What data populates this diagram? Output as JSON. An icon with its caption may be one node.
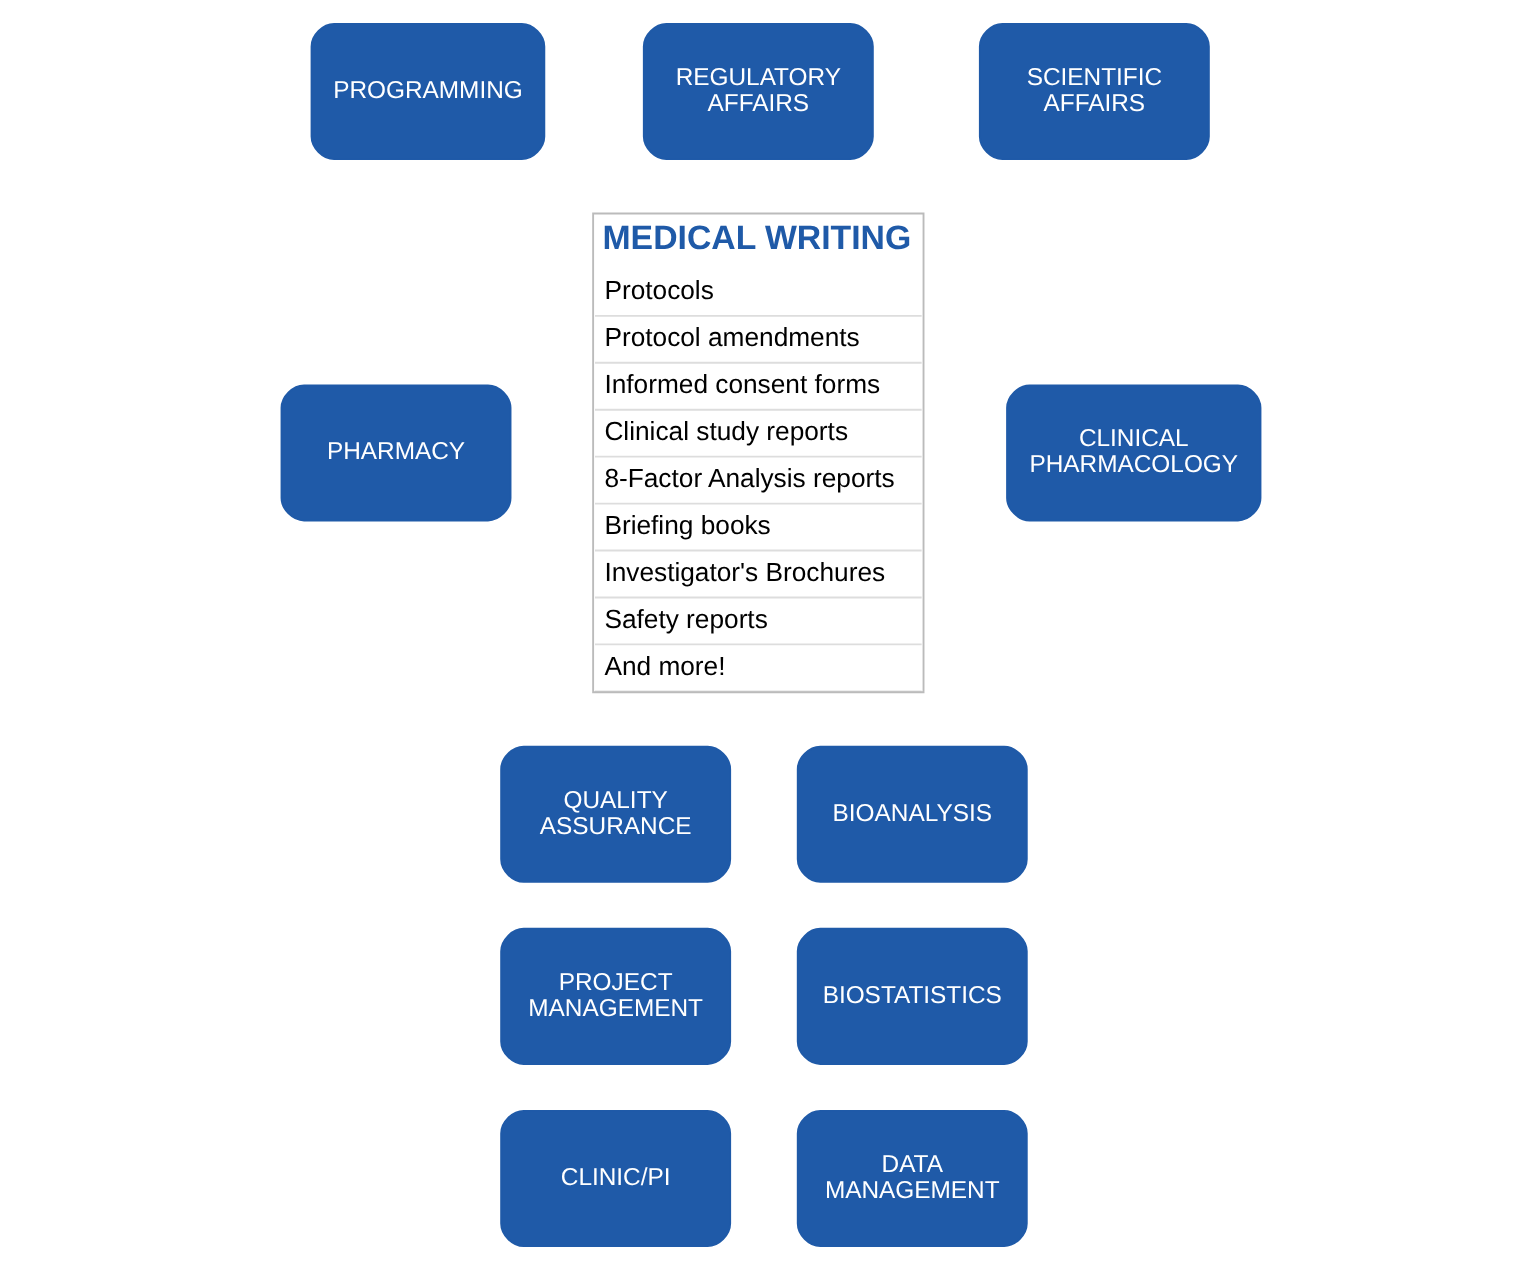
{
  "diagram": {
    "nodes": [
      {
        "text": [
          "MEDICAL WRITING",
          "Protocols",
          "Protocol amendments",
          "Informed consent forms",
          "Clinical study reports",
          "8-Factor Analysis reports",
          "Briefing books",
          "Investigator's Brochures",
          "Safety reports",
          "And more!"
        ]
      },
      {
        "text": [
          "REGULATORY AFFAIRS"
        ]
      },
      {
        "text": [
          "PROGRAMMING"
        ]
      },
      {
        "text": [
          "SCIENTIFIC AFFAIRS"
        ]
      },
      {
        "text": [
          "PHARMACY"
        ]
      },
      {
        "text": [
          "CLINICAL PHARMACOLOGY"
        ]
      },
      {
        "text": [
          "QUALITY ASSURANCE"
        ]
      },
      {
        "text": [
          "BIOANALYSIS"
        ]
      },
      {
        "text": [
          "PROJECT MANAGEMENT"
        ]
      },
      {
        "text": [
          "BIOSTATISTICS"
        ]
      },
      {
        "text": [
          "CLINIC/PI"
        ]
      },
      {
        "text": [
          "DATA MANAGEMENT"
        ]
      }
    ],
    "edges": []
  }
}
